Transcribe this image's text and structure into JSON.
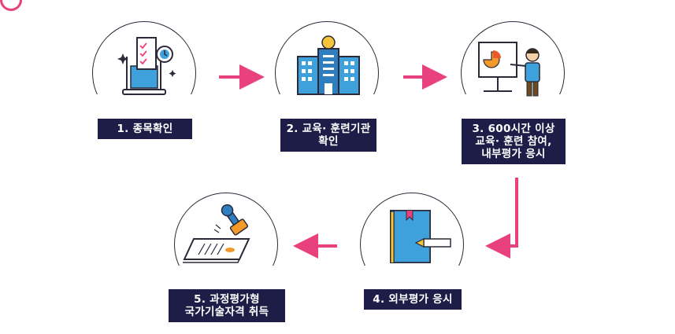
{
  "steps": [
    {
      "lines": [
        "1. 종목확인"
      ],
      "icon": "checklist-laptop-icon"
    },
    {
      "lines": [
        "2. 교육· 훈련기관",
        "확인"
      ],
      "icon": "training-building-icon"
    },
    {
      "lines": [
        "3.  600시간 이상",
        "교육· 훈련 참여,",
        "내부평가 응시"
      ],
      "icon": "presentation-teacher-icon"
    },
    {
      "lines": [
        "4. 외부평가 응시"
      ],
      "icon": "book-pen-icon"
    },
    {
      "lines": [
        "5. 과정평가형",
        "국가기술자격 취득"
      ],
      "icon": "stamp-certificate-icon"
    }
  ],
  "colors": {
    "arrow": "#e8417e",
    "label_bg": "#1d1d47",
    "outline": "#2a2a3a"
  }
}
